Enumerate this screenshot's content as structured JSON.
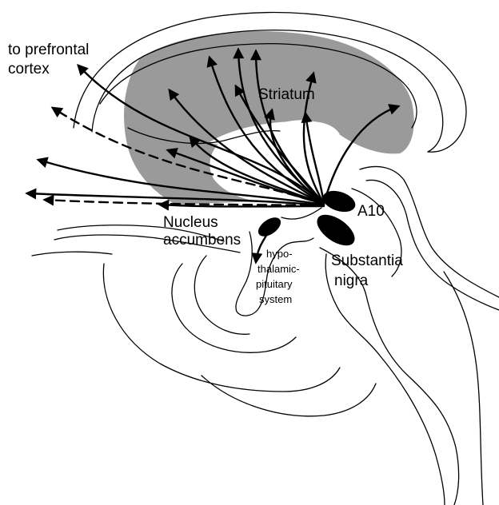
{
  "labels": {
    "prefrontal_line1": "to prefrontal",
    "prefrontal_line2": "cortex",
    "striatum": "Striatum",
    "a10": "A10",
    "nucleus_line1": "Nucleus",
    "nucleus_line2": "accumbens",
    "hypo_line1": "hypo-",
    "hypo_line2": "thalamic-",
    "hypo_line3": "pituitary",
    "hypo_line4": "system",
    "substantia_line1": "Substantia",
    "substantia_line2": "nigra"
  },
  "colors": {
    "striatum_fill": "#9a9a9a",
    "ink": "#000000"
  }
}
